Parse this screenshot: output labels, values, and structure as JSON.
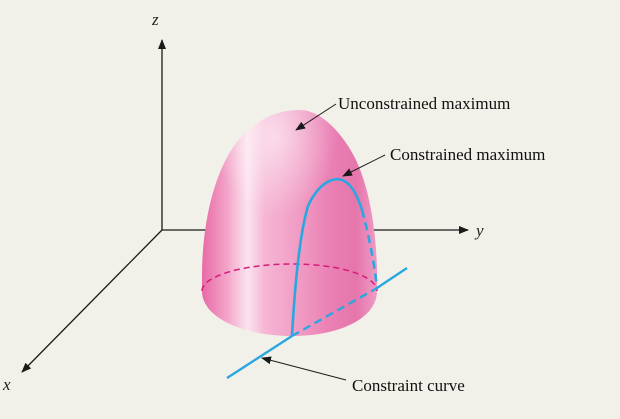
{
  "axes": {
    "x_label": "x",
    "y_label": "y",
    "z_label": "z"
  },
  "annotations": {
    "unconstrained": "Unconstrained maximum",
    "constrained": "Constrained maximum",
    "constraint": "Constraint curve"
  },
  "colors": {
    "background": "#f2f1e9",
    "surface": "#ee8fbd",
    "surface_highlight": "#fbe3ef",
    "surface_dashed": "#d81b7a",
    "constraint_line": "#2aa7e0",
    "axis": "#1a1a1a"
  }
}
